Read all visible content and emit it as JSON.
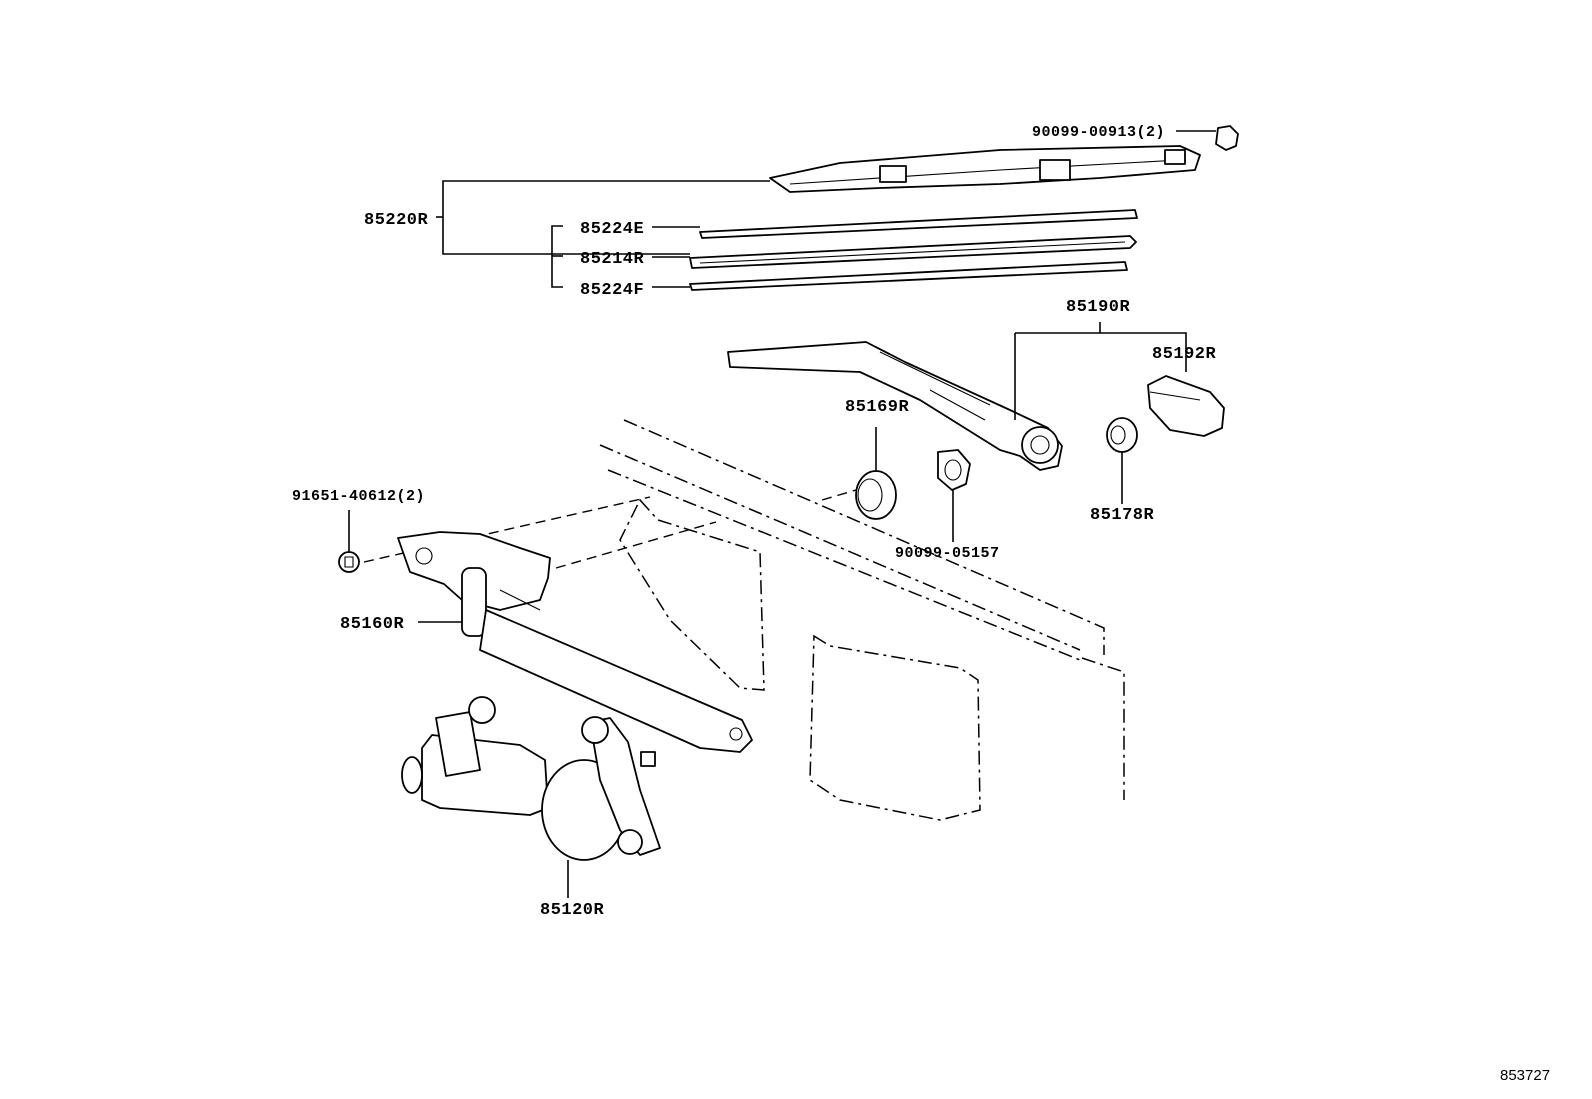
{
  "parts": {
    "p90099_00913": "90099-00913(2)",
    "p85220R": "85220R",
    "p85224E": "85224E",
    "p85214R": "85214R",
    "p85224F": "85224F",
    "p85190R": "85190R",
    "p85192R": "85192R",
    "p85169R": "85169R",
    "p85178R": "85178R",
    "p90099_05157": "90099-05157",
    "p91651_40612": "91651-40612(2)",
    "p85160R": "85160R",
    "p85120R": "85120R"
  },
  "figure_number": "853727",
  "colors": {
    "ink": "#000000",
    "paper": "#ffffff"
  }
}
